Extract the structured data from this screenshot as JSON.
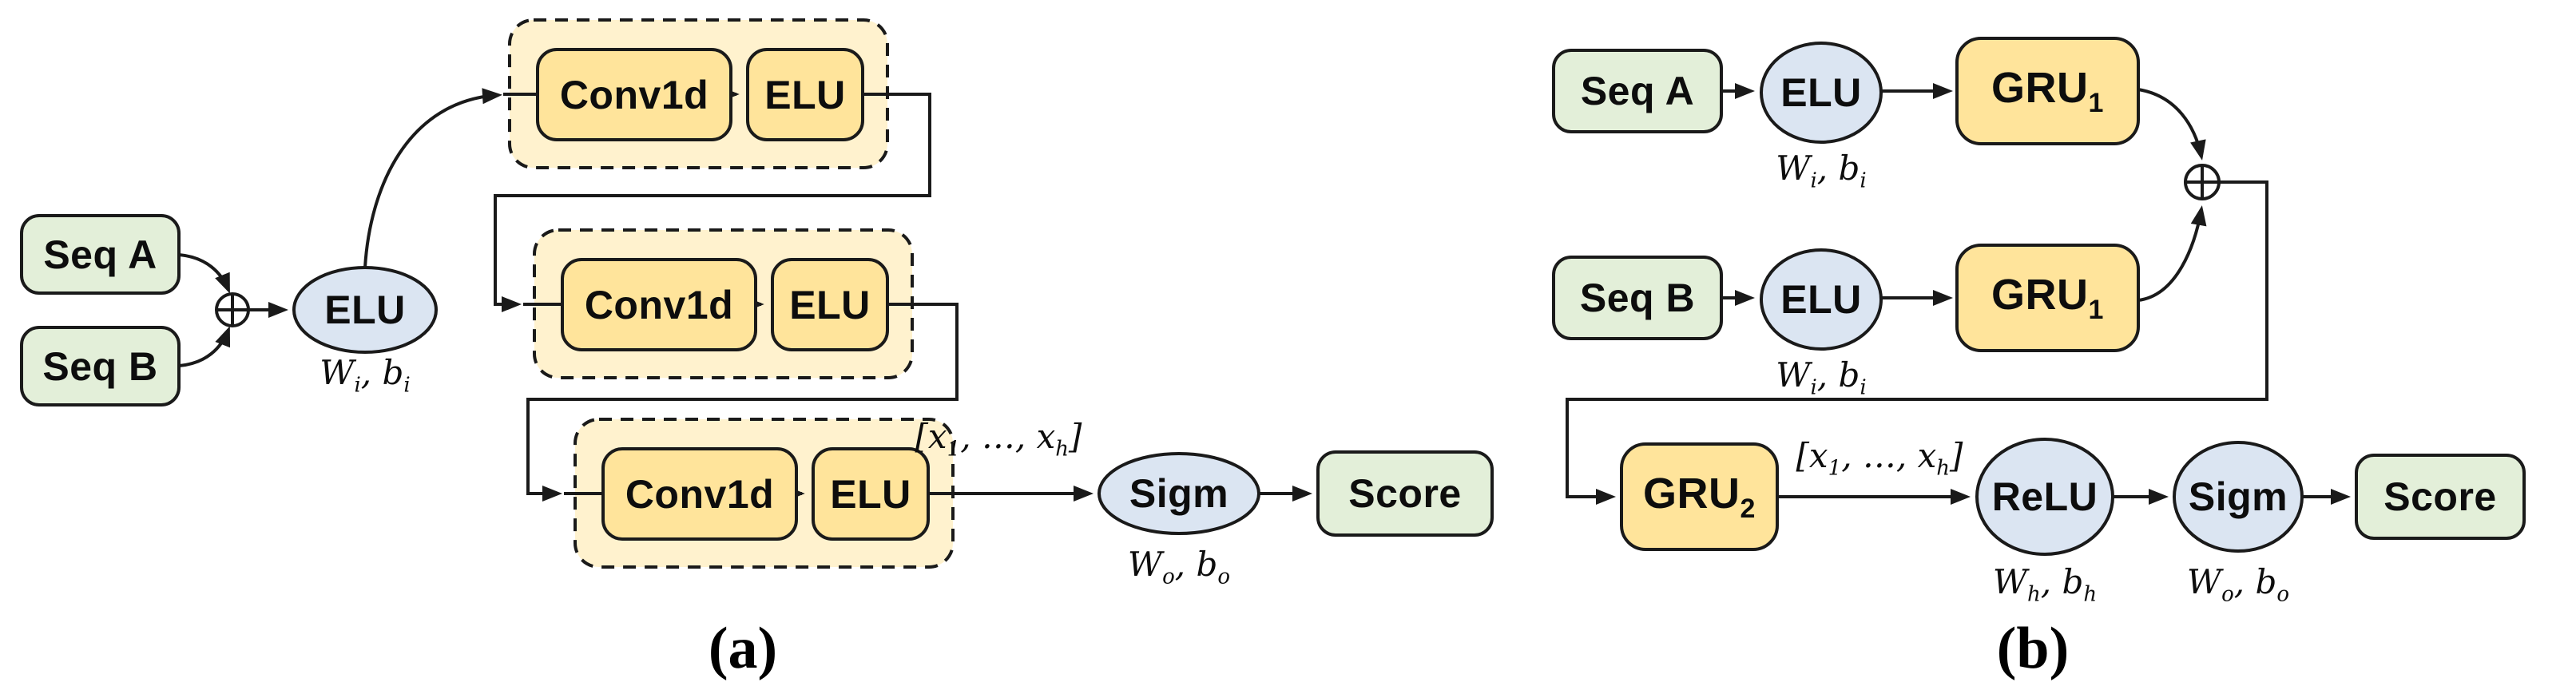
{
  "figure": {
    "type": "architecture-diagram",
    "panels": [
      "(a)",
      "(b)"
    ]
  },
  "panel_a": {
    "caption": "(a)",
    "seq_a": "Seq A",
    "seq_b": "Seq B",
    "elu": "ELU",
    "wb_input": {
      "w": "W",
      "ws": "i",
      "sep": ", ",
      "b": "b",
      "bs": "i"
    },
    "blocks": [
      {
        "conv": "Conv1d",
        "act": "ELU"
      },
      {
        "conv": "Conv1d",
        "act": "ELU"
      },
      {
        "conv": "Conv1d",
        "act": "ELU"
      }
    ],
    "hidden_vector": {
      "t1": "[x",
      "s1": "1",
      "mid": ", …, x",
      "s2": "h",
      "t2": "]"
    },
    "sigm": "Sigm",
    "wb_output": {
      "w": "W",
      "ws": "o",
      "sep": ", ",
      "b": "b",
      "bs": "o"
    },
    "score": "Score"
  },
  "panel_b": {
    "caption": "(b)",
    "seq_a": "Seq A",
    "seq_b": "Seq B",
    "elu": "ELU",
    "wb_input": {
      "w": "W",
      "ws": "i",
      "sep": ", ",
      "b": "b",
      "bs": "i"
    },
    "gru": "GRU",
    "gru1_sub": "1",
    "gru2_sub": "2",
    "hidden_vector": {
      "t1": "[x",
      "s1": "1",
      "mid": ", …, x",
      "s2": "h",
      "t2": "]"
    },
    "relu": "ReLU",
    "wb_hidden": {
      "w": "W",
      "ws": "h",
      "sep": ", ",
      "b": "b",
      "bs": "h"
    },
    "sigm": "Sigm",
    "wb_output": {
      "w": "W",
      "ws": "o",
      "sep": ", ",
      "b": "b",
      "bs": "o"
    },
    "score": "Score"
  },
  "colors": {
    "input_output_fill": "#e3efd9",
    "activation_fill": "#dbe5f2",
    "layer_fill": "#ffe49b",
    "block_container_fill": "#fff2ce",
    "stroke": "#1a1a1a",
    "background": "#ffffff"
  }
}
